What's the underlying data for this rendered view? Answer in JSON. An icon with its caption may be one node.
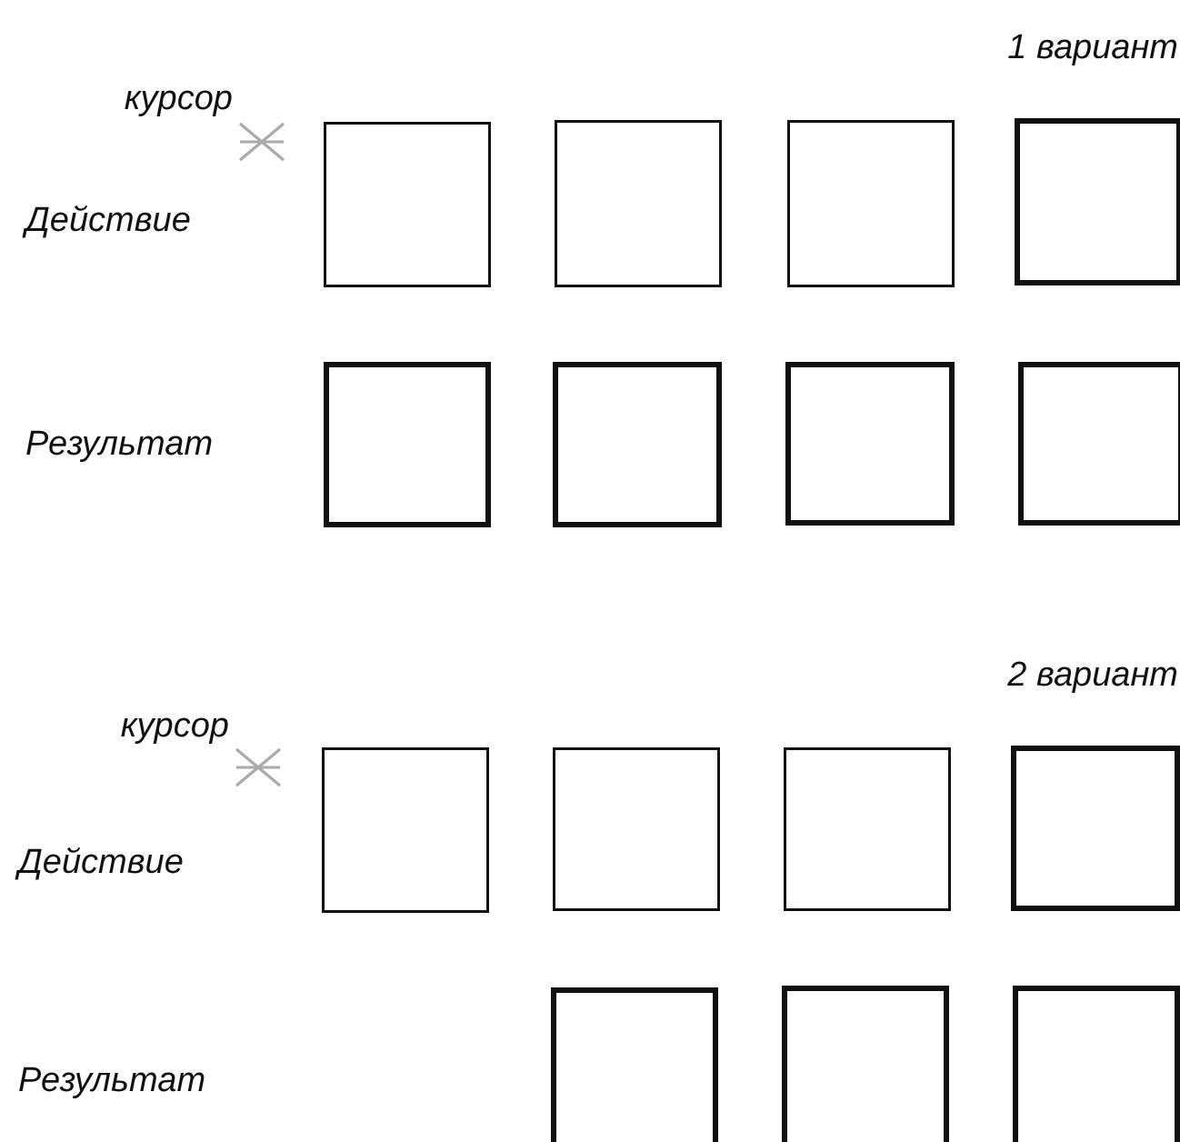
{
  "diagram": {
    "nodes": [
      {
        "text": [],
        "shape": "box"
      },
      {
        "text": [],
        "shape": "box"
      },
      {
        "text": [],
        "shape": "box"
      },
      {
        "text": [],
        "shape": "box"
      },
      {
        "text": [],
        "shape": "box"
      },
      {
        "text": [],
        "shape": "box"
      },
      {
        "text": [],
        "shape": "box"
      },
      {
        "text": [],
        "shape": "box"
      },
      {
        "text": [],
        "shape": "box"
      },
      {
        "text": [],
        "shape": "box"
      },
      {
        "text": [],
        "shape": "box"
      },
      {
        "text": [],
        "shape": "box"
      },
      {
        "text": [],
        "shape": "box"
      },
      {
        "text": [],
        "shape": "box"
      },
      {
        "text": [],
        "shape": "box"
      }
    ],
    "labels": [
      "1 вариант",
      "курсор",
      "Действие",
      "Результат",
      "2 вариант",
      "курсор",
      "Действие",
      "Результат"
    ]
  }
}
